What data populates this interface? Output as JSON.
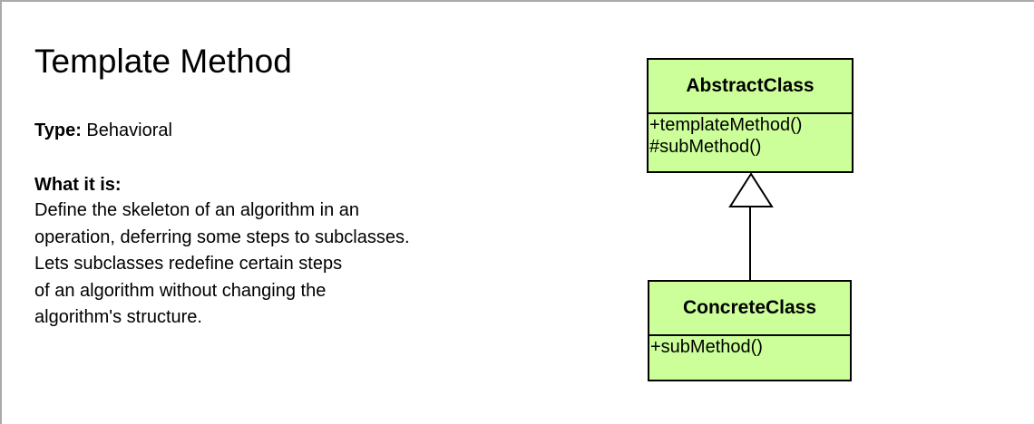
{
  "title": "Template Method",
  "type_label": "Type:",
  "type_value": "Behavioral",
  "what_label": "What it is:",
  "description_lines": [
    "Define the skeleton of an algorithm in an",
    "operation, deferring some steps to subclasses.",
    "Lets subclasses redefine certain steps",
    "of an algorithm without changing the",
    "algorithm's structure."
  ],
  "diagram": {
    "fill_color": "#ccff99",
    "abstract_class": {
      "name": "AbstractClass",
      "operations": [
        "+templateMethod()",
        "#subMethod()"
      ]
    },
    "concrete_class": {
      "name": "ConcreteClass",
      "operations": [
        "+subMethod()"
      ]
    },
    "relationship": "inheritance"
  }
}
